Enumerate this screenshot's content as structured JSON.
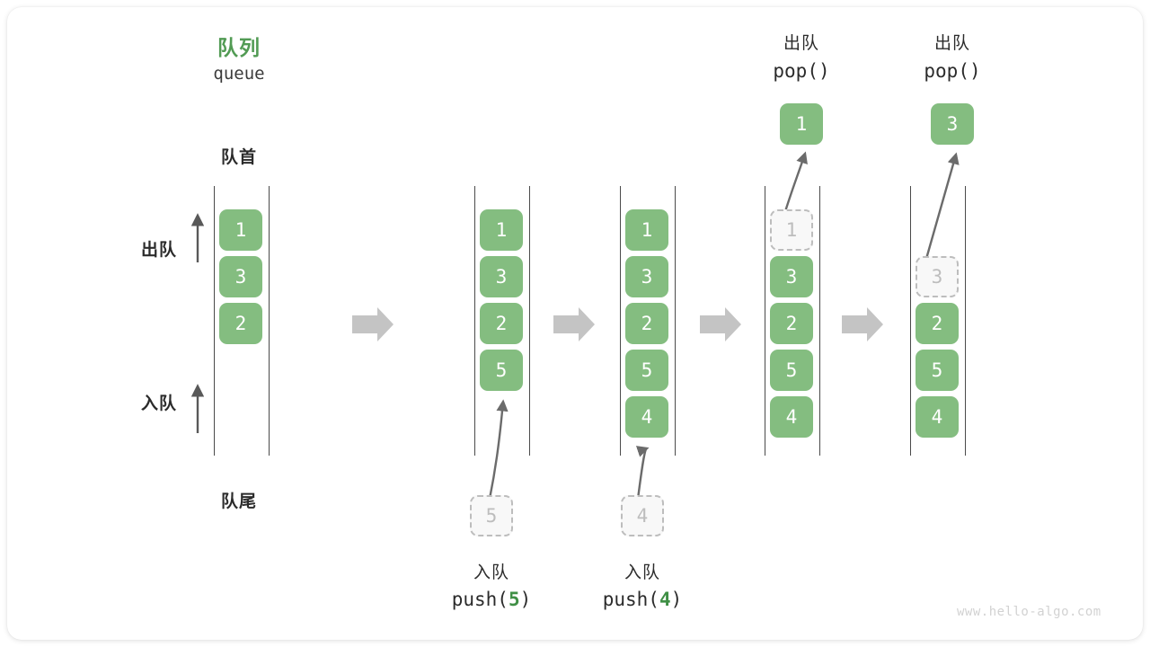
{
  "diagram": {
    "title_cn": "队列",
    "title_en": "queue",
    "front_label": "队首",
    "rear_label": "队尾",
    "dequeue_label": "出队",
    "enqueue_label": "入队",
    "watermark": "www.hello-algo.com",
    "accent_color": "#529b54",
    "cell_color": "#84bd80",
    "ghost_color": "#bdbdbd",
    "arrow_color": "#c4c4c4"
  },
  "steps": [
    {
      "id": "step-initial",
      "cells": [
        {
          "value": "1",
          "state": "filled"
        },
        {
          "value": "3",
          "state": "filled"
        },
        {
          "value": "2",
          "state": "filled"
        }
      ],
      "caption_cn": "",
      "caption_code": "",
      "incoming": null,
      "popped": null
    },
    {
      "id": "step-push-5",
      "cells": [
        {
          "value": "1",
          "state": "filled"
        },
        {
          "value": "3",
          "state": "filled"
        },
        {
          "value": "2",
          "state": "filled"
        },
        {
          "value": "5",
          "state": "filled"
        }
      ],
      "caption_cn": "入队",
      "caption_code_prefix": "push(",
      "caption_code_num": "5",
      "caption_code_suffix": ")",
      "incoming": {
        "value": "5",
        "state": "ghost"
      },
      "popped": null
    },
    {
      "id": "step-push-4",
      "cells": [
        {
          "value": "1",
          "state": "filled"
        },
        {
          "value": "3",
          "state": "filled"
        },
        {
          "value": "2",
          "state": "filled"
        },
        {
          "value": "5",
          "state": "filled"
        },
        {
          "value": "4",
          "state": "filled"
        }
      ],
      "caption_cn": "入队",
      "caption_code_prefix": "push(",
      "caption_code_num": "4",
      "caption_code_suffix": ")",
      "incoming": {
        "value": "4",
        "state": "ghost"
      },
      "popped": null
    },
    {
      "id": "step-pop-1",
      "cells": [
        {
          "value": "1",
          "state": "ghost"
        },
        {
          "value": "3",
          "state": "filled"
        },
        {
          "value": "2",
          "state": "filled"
        },
        {
          "value": "5",
          "state": "filled"
        },
        {
          "value": "4",
          "state": "filled"
        }
      ],
      "header_cn": "出队",
      "header_code": "pop()",
      "popped": {
        "value": "1",
        "state": "filled"
      }
    },
    {
      "id": "step-pop-3",
      "cells": [
        {
          "value": "",
          "state": "empty"
        },
        {
          "value": "3",
          "state": "ghost"
        },
        {
          "value": "2",
          "state": "filled"
        },
        {
          "value": "5",
          "state": "filled"
        },
        {
          "value": "4",
          "state": "filled"
        }
      ],
      "header_cn": "出队",
      "header_code": "pop()",
      "popped": {
        "value": "3",
        "state": "filled"
      }
    }
  ],
  "headers": {
    "pop1_cn": "出队",
    "pop1_code": "pop()",
    "pop2_cn": "出队",
    "pop2_code": "pop()"
  },
  "captions": {
    "push5_cn": "入队",
    "push5_code_prefix": "push(",
    "push5_code_num": "5",
    "push5_code_suffix": ")",
    "push4_cn": "入队",
    "push4_code_prefix": "push(",
    "push4_code_num": "4",
    "push4_code_suffix": ")"
  },
  "cell_values": {
    "c1_0": "1",
    "c1_1": "3",
    "c1_2": "2",
    "c2_0": "1",
    "c2_1": "3",
    "c2_2": "2",
    "c2_3": "5",
    "c3_0": "1",
    "c3_1": "3",
    "c3_2": "2",
    "c3_3": "5",
    "c3_4": "4",
    "c4_0": "1",
    "c4_1": "3",
    "c4_2": "2",
    "c4_3": "5",
    "c4_4": "4",
    "c5_1": "3",
    "c5_2": "2",
    "c5_3": "5",
    "c5_4": "4",
    "ghost5": "5",
    "ghost4": "4",
    "pop1": "1",
    "pop3": "3"
  }
}
